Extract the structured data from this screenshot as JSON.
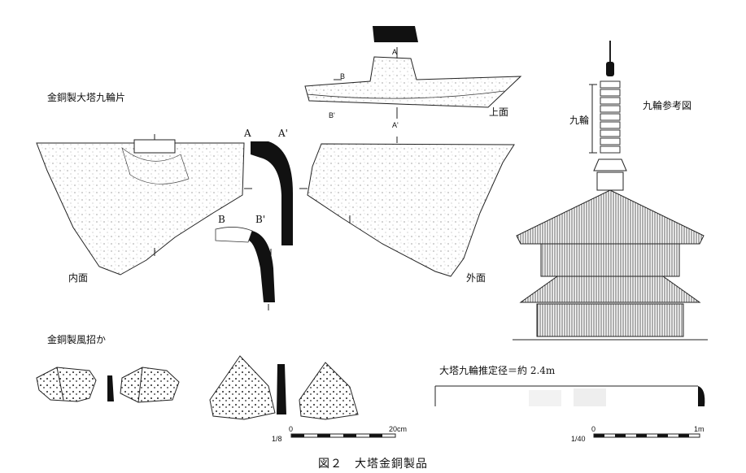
{
  "labels": {
    "main_title": "金銅製大塔九輪片",
    "inner": "内面",
    "outer": "外面",
    "top_face": "上面",
    "section_a": "A",
    "section_a_prime": "A'",
    "section_b": "B",
    "section_b_prime": "B'",
    "top_a": "A",
    "top_a_prime": "A'",
    "top_b": "B",
    "top_b_prime": "B'",
    "kurin": "九輪",
    "kurin_ref": "九輪参考図",
    "fusho": "金銅製風招か",
    "diameter": "大塔九輪推定径＝約 2.4m",
    "scale_left": "1/8",
    "scale_left_start": "0",
    "scale_left_end": "20cm",
    "scale_right": "1/40",
    "scale_right_start": "0",
    "scale_right_end": "1m"
  },
  "caption": "図２　大塔金銅製品"
}
